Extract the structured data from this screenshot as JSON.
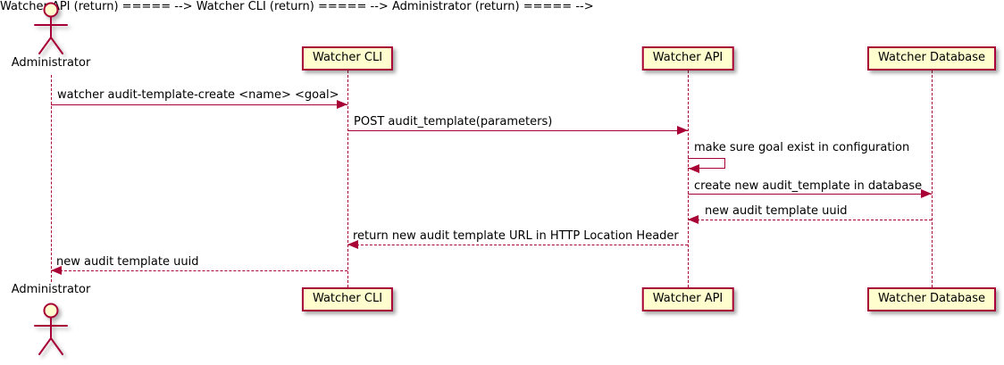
{
  "colors": {
    "accent": "#A80036",
    "participant_fill": "#FEFECE",
    "text": "#000000",
    "background": "#FFFFFF"
  },
  "diagram": {
    "type": "uml-sequence-diagram",
    "actor": {
      "name": "Administrator"
    },
    "participants": [
      {
        "label": "Watcher CLI"
      },
      {
        "label": "Watcher API"
      },
      {
        "label": "Watcher Database"
      }
    ],
    "messages": [
      {
        "from": "Administrator",
        "to": "Watcher CLI",
        "text": "watcher audit-template-create <name> <goal>",
        "line": "solid",
        "direction": "right"
      },
      {
        "from": "Watcher CLI",
        "to": "Watcher API",
        "text": "POST audit_template(parameters)",
        "line": "solid",
        "direction": "right"
      },
      {
        "from": "Watcher API",
        "to": "Watcher API",
        "text": "make sure goal exist in configuration",
        "line": "self",
        "direction": "self"
      },
      {
        "from": "Watcher API",
        "to": "Watcher Database",
        "text": "create new audit_template in database",
        "line": "solid",
        "direction": "right"
      },
      {
        "from": "Watcher Database",
        "to": "Watcher API",
        "text": "new audit template uuid",
        "line": "dashed",
        "direction": "left"
      },
      {
        "from": "Watcher API",
        "to": "Watcher CLI",
        "text": "return new audit template URL in HTTP Location Header",
        "line": "dashed",
        "direction": "left"
      },
      {
        "from": "Watcher CLI",
        "to": "Administrator",
        "text": "new audit template uuid",
        "line": "dashed",
        "direction": "left"
      }
    ]
  }
}
